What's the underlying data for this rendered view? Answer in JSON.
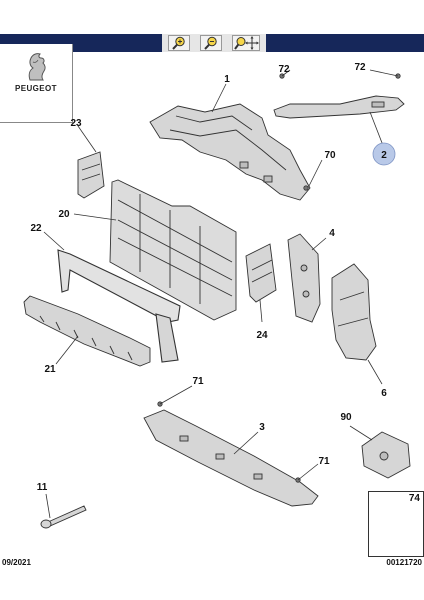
{
  "brand": {
    "name": "PEUGEOT"
  },
  "toolbar": {
    "icons": [
      "zoom-in-icon",
      "zoom-out-icon",
      "zoom-move-icon"
    ]
  },
  "parts": [
    {
      "ref": "1"
    },
    {
      "ref": "72"
    },
    {
      "ref": "72"
    },
    {
      "ref": "2"
    },
    {
      "ref": "23"
    },
    {
      "ref": "70"
    },
    {
      "ref": "20"
    },
    {
      "ref": "22"
    },
    {
      "ref": "4"
    },
    {
      "ref": "24"
    },
    {
      "ref": "21"
    },
    {
      "ref": "6"
    },
    {
      "ref": "71"
    },
    {
      "ref": "3"
    },
    {
      "ref": "90"
    },
    {
      "ref": "71"
    },
    {
      "ref": "11"
    },
    {
      "ref": "74"
    }
  ],
  "footer": {
    "date": "09/2021",
    "code": "00121720"
  },
  "colors": {
    "bar": "#16275a",
    "highlight": "#b9c9e8",
    "part_fill": "#d6d6d6",
    "stroke": "#333333"
  }
}
